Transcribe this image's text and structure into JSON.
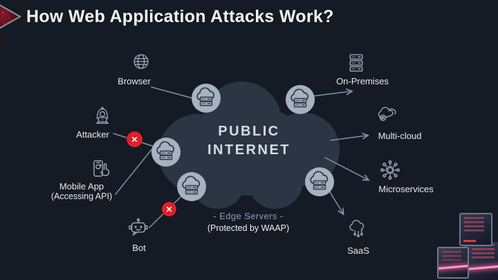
{
  "slide": {
    "title": "How Web Application Attacks Work?",
    "cloud_label": {
      "line1": "PUBLIC",
      "line2": "INTERNET"
    },
    "caption": {
      "line1": "-  Edge Servers  -",
      "line2": "(Protected by WAAP)"
    }
  },
  "sources": [
    {
      "label": "Browser",
      "icon": "globe-icon",
      "blocked": false
    },
    {
      "label": "Attacker",
      "icon": "hacker-icon",
      "blocked": true
    },
    {
      "label": "Mobile App",
      "sublabel": "(Accessing API)",
      "icon": "mobile-tap-icon",
      "blocked": false
    },
    {
      "label": "Bot",
      "icon": "robot-icon",
      "blocked": true
    }
  ],
  "destinations": [
    {
      "label": "On-Premises",
      "icon": "server-stack-icon"
    },
    {
      "label": "Multi-cloud",
      "icon": "multi-cloud-icon"
    },
    {
      "label": "Microservices",
      "icon": "microservices-icon"
    },
    {
      "label": "SaaS",
      "icon": "saas-cloud-icon"
    }
  ],
  "edge_servers": {
    "count": 5,
    "icon": "cloud-server-icon",
    "blocked_marker": "✕"
  },
  "colors": {
    "background": "#151b25",
    "cloud": "#2c3544",
    "edge_circle": "#a8b1c0",
    "connector": "#7d92ae",
    "blocked_red": "#e11f27",
    "title_text": "#f2f3f5",
    "label_text": "#e6e9ee",
    "caption_text": "#8e9cb4"
  }
}
